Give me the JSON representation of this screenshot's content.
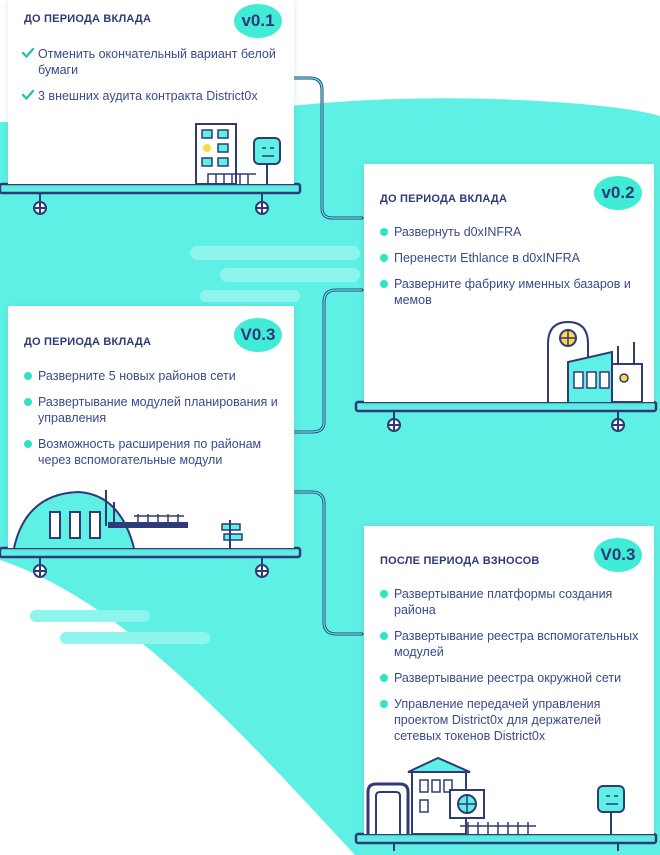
{
  "cards": [
    {
      "title": "ДО ПЕРИОДА ВКЛАДА",
      "badge": "v0.1",
      "bullet": "check",
      "items": [
        "Отменить окончательный вариант белой бумаги",
        "3 внешних аудита контракта District0x"
      ]
    },
    {
      "title": "ДО ПЕРИОДА ВКЛАДА",
      "badge": "v0.2",
      "bullet": "dot",
      "items": [
        "Развернуть d0xINFRA",
        "Перенести Ethlance в d0xINFRA",
        "Разверните фабрику именных базаров и мемов"
      ]
    },
    {
      "title": "ДО ПЕРИОДА ВКЛАДА",
      "badge": "V0.3",
      "bullet": "dot",
      "items": [
        "Разверните 5 новых районов сети",
        "Развертывание модулей планирования и управления",
        "Возможность расширения по районам через вспомогательные модули"
      ]
    },
    {
      "title": "ПОСЛЕ ПЕРИОДА ВЗНОСОВ",
      "badge": "V0.3",
      "bullet": "dot",
      "items": [
        "Развертывание платформы создания района",
        "Развертывание реестра вспомогательных модулей",
        "Развертывание реестра окружной сети",
        "Управление передачей управления проектом District0x для держателей сетевых токенов District0x"
      ]
    }
  ],
  "colors": {
    "navy": "#2f3a78",
    "teal": "#40ecd5",
    "bullet": "#2fe3c5",
    "background": "#5ff0e5"
  },
  "icons": [
    "check-icon",
    "building-illustration",
    "bot-sign-icon",
    "wheel-icon",
    "greenhouse-illustration",
    "house-illustration",
    "pipe-connector"
  ]
}
